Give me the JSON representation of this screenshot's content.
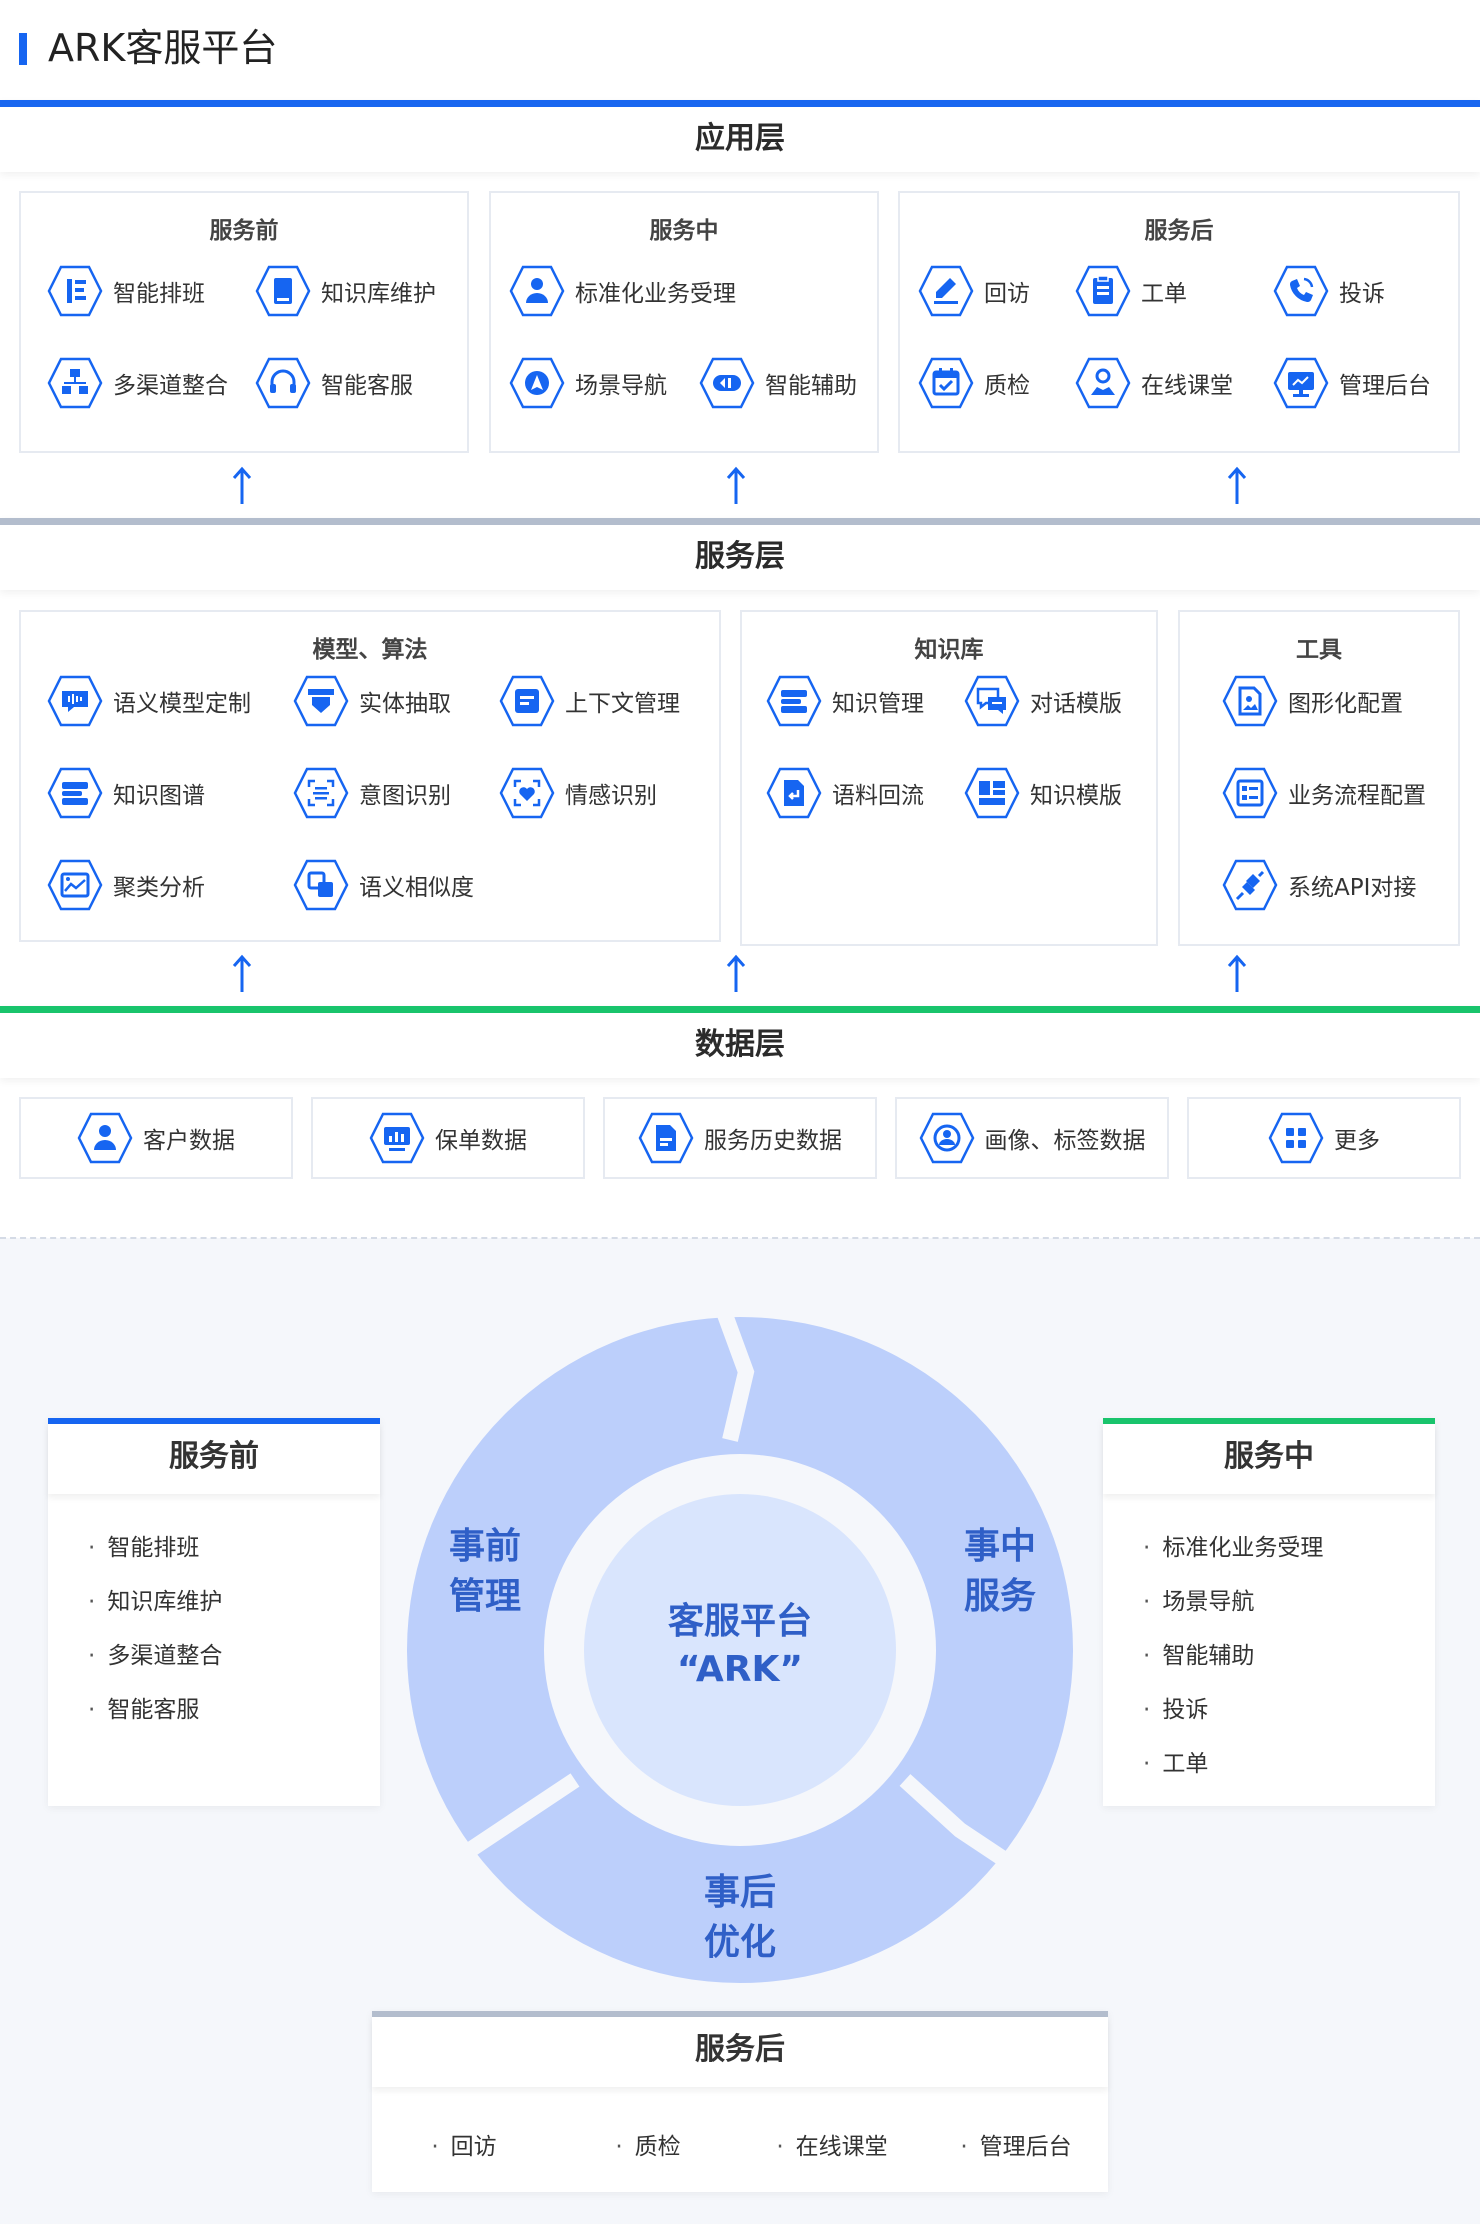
{
  "page_title": "ARK客服平台",
  "layers": {
    "application": "应用层",
    "service": "服务层",
    "data": "数据层"
  },
  "app_panels": [
    {
      "title": "服务前",
      "items": [
        {
          "label": "智能排班",
          "icon": "list-icon"
        },
        {
          "label": "知识库维护",
          "icon": "book-icon"
        },
        {
          "label": "多渠道整合",
          "icon": "org-chart-icon"
        },
        {
          "label": "智能客服",
          "icon": "headset-icon"
        }
      ]
    },
    {
      "title": "服务中",
      "items": [
        {
          "label": "标准化业务受理",
          "icon": "user-icon"
        },
        {
          "label": "场景导航",
          "icon": "navigation-icon"
        },
        {
          "label": "智能辅助",
          "icon": "assist-icon"
        }
      ]
    },
    {
      "title": "服务后",
      "items": [
        {
          "label": "回访",
          "icon": "pen-icon"
        },
        {
          "label": "工单",
          "icon": "clipboard-icon"
        },
        {
          "label": "投诉",
          "icon": "phone-icon"
        },
        {
          "label": "质检",
          "icon": "calendar-check-icon"
        },
        {
          "label": "在线课堂",
          "icon": "classroom-icon"
        },
        {
          "label": "管理后台",
          "icon": "monitor-icon"
        }
      ]
    }
  ],
  "service_panels": [
    {
      "title": "模型、算法",
      "items": [
        {
          "label": "语义模型定制",
          "icon": "voice-bubble-icon"
        },
        {
          "label": "实体抽取",
          "icon": "extract-icon"
        },
        {
          "label": "上下文管理",
          "icon": "document-icon"
        },
        {
          "label": "知识图谱",
          "icon": "layers-icon"
        },
        {
          "label": "意图识别",
          "icon": "scan-icon"
        },
        {
          "label": "情感识别",
          "icon": "heart-icon"
        },
        {
          "label": "聚类分析",
          "icon": "image-chart-icon"
        },
        {
          "label": "语义相似度",
          "icon": "overlap-icon"
        }
      ]
    },
    {
      "title": "知识库",
      "items": [
        {
          "label": "知识管理",
          "icon": "layers-icon"
        },
        {
          "label": "对话模版",
          "icon": "chat-icon"
        },
        {
          "label": "语料回流",
          "icon": "file-return-icon"
        },
        {
          "label": "知识模版",
          "icon": "grid-template-icon"
        }
      ]
    },
    {
      "title": "工具",
      "items": [
        {
          "label": "图形化配置",
          "icon": "graphic-doc-icon"
        },
        {
          "label": "业务流程配置",
          "icon": "flow-doc-icon"
        },
        {
          "label": "系统API对接",
          "icon": "plug-icon"
        }
      ]
    }
  ],
  "data_items": [
    {
      "label": "客户数据",
      "icon": "user-icon"
    },
    {
      "label": "保单数据",
      "icon": "monitor-chart-icon"
    },
    {
      "label": "服务历史数据",
      "icon": "file-icon"
    },
    {
      "label": "画像、标签数据",
      "icon": "profile-icon"
    },
    {
      "label": "更多",
      "icon": "grid-icon"
    }
  ],
  "cycle": {
    "center_line1": "客服平台",
    "center_line2": "“ARK”",
    "segment_before": [
      "事前",
      "管理"
    ],
    "segment_during": [
      "事中",
      "服务"
    ],
    "segment_after": [
      "事后",
      "优化"
    ]
  },
  "cards": {
    "before": {
      "title": "服务前",
      "items": [
        "智能排班",
        "知识库维护",
        "多渠道整合",
        "智能客服"
      ]
    },
    "during": {
      "title": "服务中",
      "items": [
        "标准化业务受理",
        "场景导航",
        "智能辅助",
        "投诉",
        "工单"
      ]
    },
    "after": {
      "title": "服务后",
      "items": [
        "回访",
        "质检",
        "在线课堂",
        "管理后台"
      ]
    }
  },
  "colors": {
    "primary": "#1665f1",
    "accent_green": "#19c46c",
    "gray_bar": "#b3bdcd",
    "ring_outer": "#bccffb",
    "ring_inner": "#d9e5fd"
  }
}
